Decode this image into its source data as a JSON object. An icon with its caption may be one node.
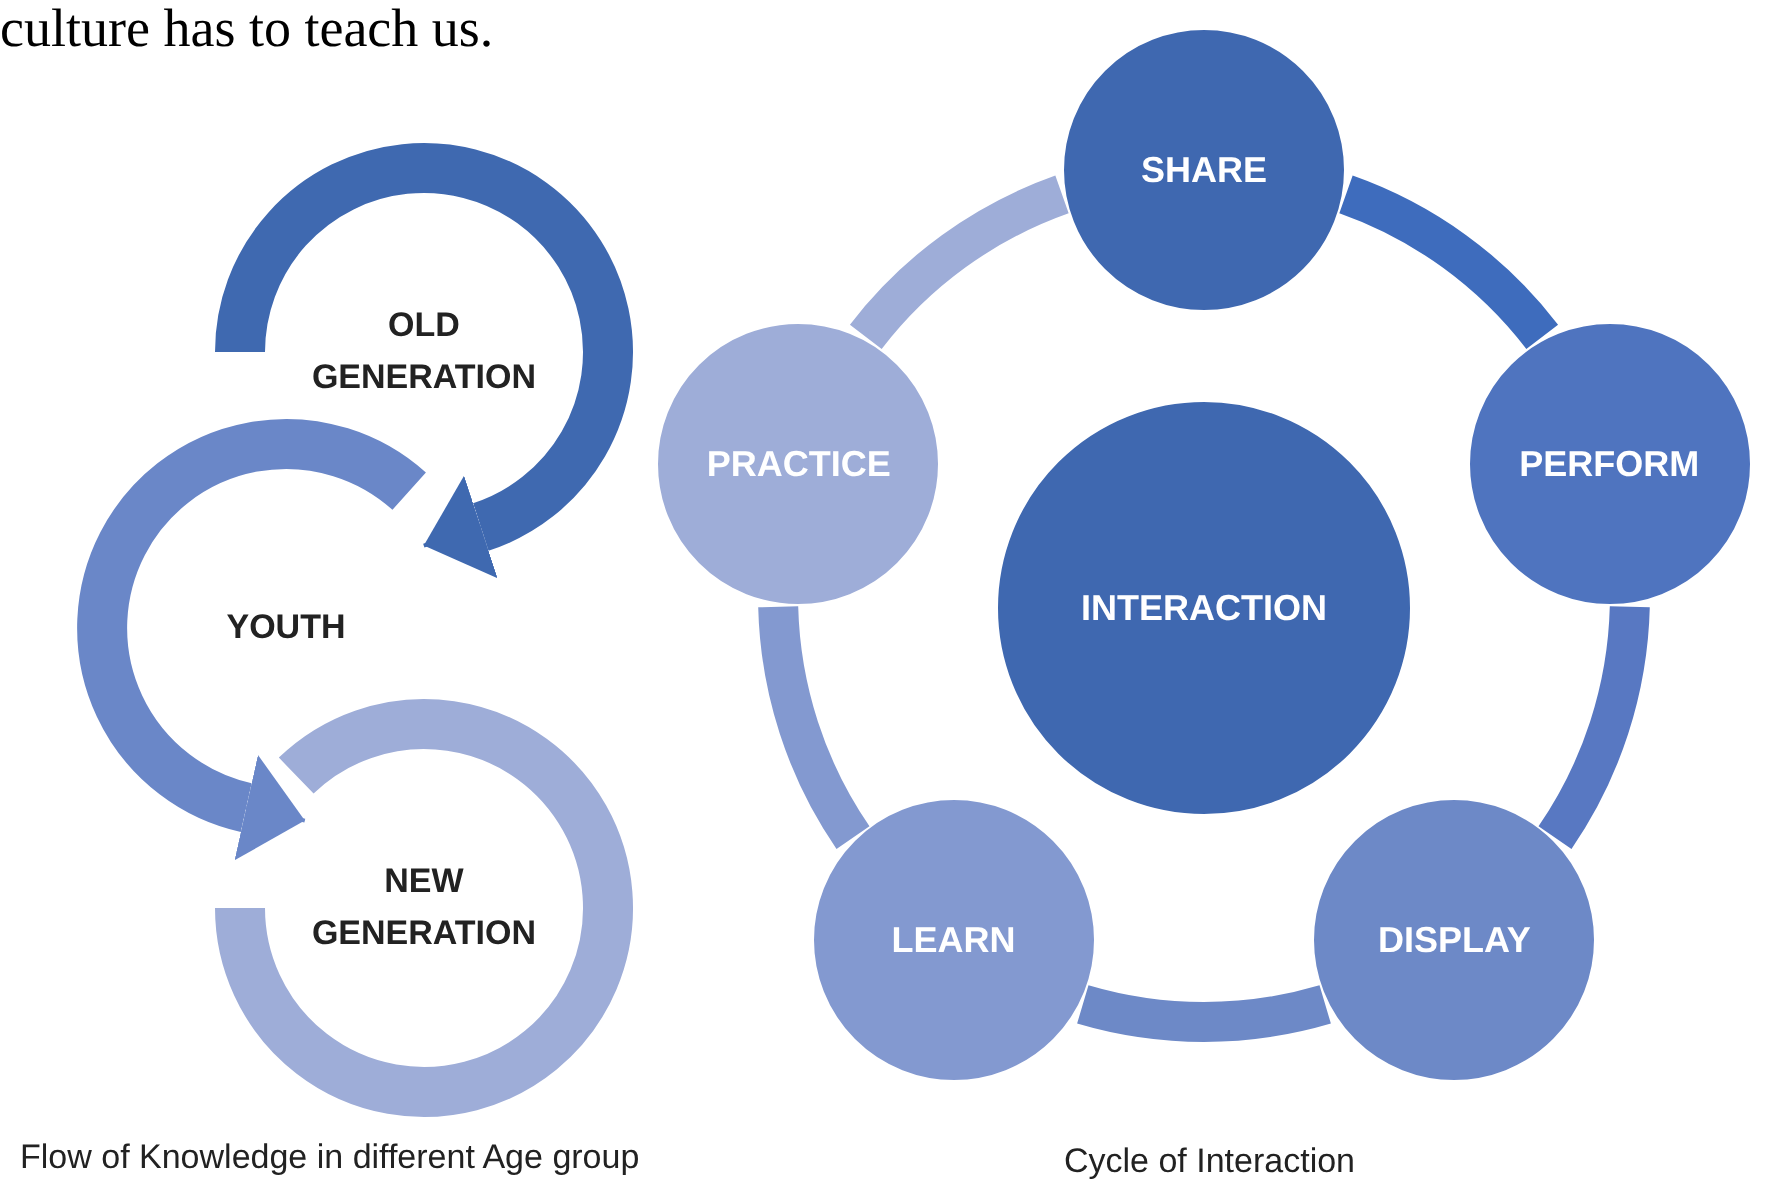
{
  "diagram": {
    "nodes": [
      {
        "text": [
          "OLD GENERATION"
        ]
      },
      {
        "text": [
          "YOUTH"
        ]
      },
      {
        "text": [
          "NEW GENERATION"
        ]
      },
      {
        "text": [
          "SHARE"
        ]
      },
      {
        "text": [
          "PRACTICE"
        ]
      },
      {
        "text": [
          "INTERACTION"
        ]
      },
      {
        "text": [
          "PERFORM"
        ]
      },
      {
        "text": [
          "LEARN"
        ]
      },
      {
        "text": [
          "DISPLAY"
        ]
      }
    ],
    "edges": [
      {
        "from": 0,
        "to": 1,
        "arrow": "to",
        "color": "#3f69b0"
      },
      {
        "from": 1,
        "to": 2,
        "arrow": "to",
        "color": "#6a87c8"
      },
      {
        "from": 3,
        "to": 6,
        "arrow": "none",
        "color": "#3e6cbd"
      },
      {
        "from": 6,
        "to": 8,
        "arrow": "none",
        "color": "#5878c2"
      },
      {
        "from": 8,
        "to": 7,
        "arrow": "none",
        "color": "#6d89c7"
      },
      {
        "from": 7,
        "to": 4,
        "arrow": "none",
        "color": "#8399d0"
      },
      {
        "from": 4,
        "to": 3,
        "arrow": "none",
        "color": "#9eadd8"
      }
    ],
    "labels": [
      "culture has to teach us.",
      "Flow of Knowledge in different Age group",
      "Cycle of Interaction"
    ]
  }
}
